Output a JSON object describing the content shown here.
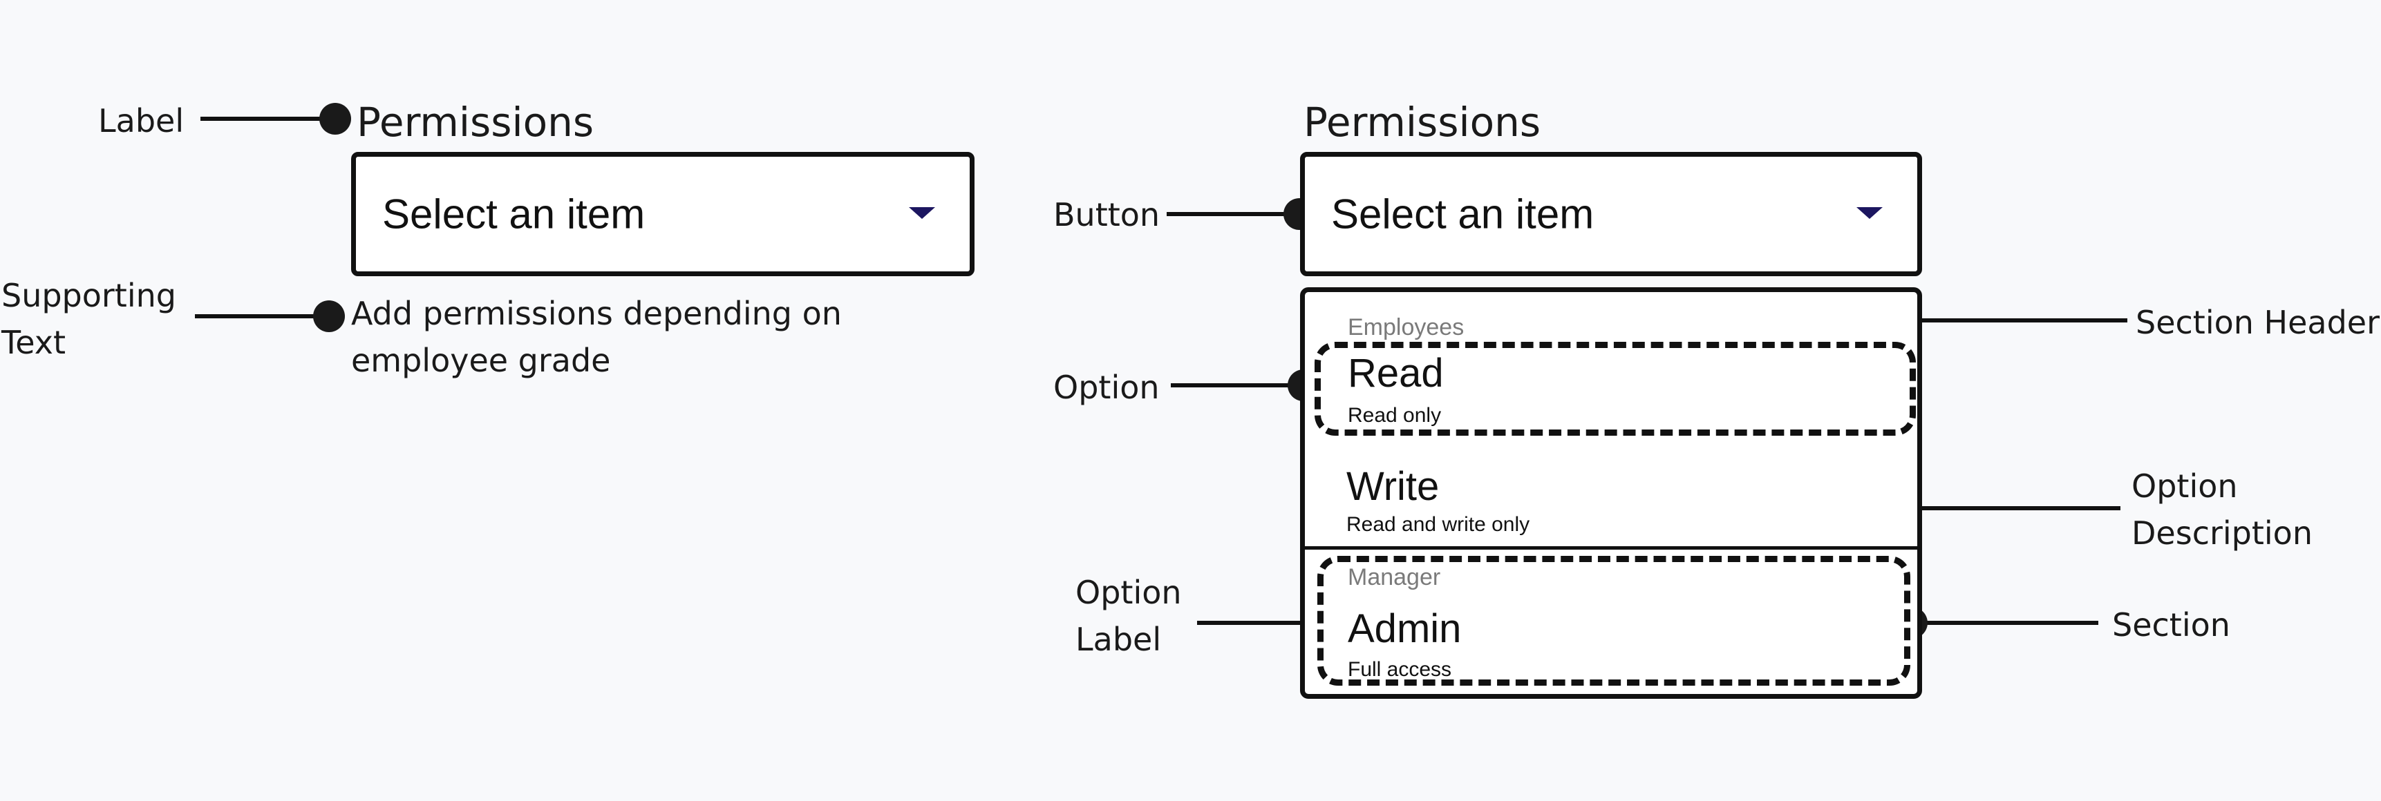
{
  "annotations": {
    "label": "Label",
    "supporting_text": "Supporting Text",
    "button": "Button",
    "option": "Option",
    "option_label": "Option Label",
    "section_header": "Section Header",
    "option_description": "Option Description",
    "section": "Section"
  },
  "left_field": {
    "label": "Permissions",
    "placeholder": "Select an item",
    "supporting_text": "Add permissions depending on employee grade"
  },
  "right_field": {
    "label": "Permissions",
    "placeholder": "Select an item"
  },
  "menu": {
    "sections": [
      {
        "header": "Employees",
        "options": [
          {
            "label": "Read",
            "description": "Read only"
          },
          {
            "label": "Write",
            "description": "Read and write only"
          }
        ]
      },
      {
        "header": "Manager",
        "options": [
          {
            "label": "Admin",
            "description": "Full access"
          }
        ]
      }
    ]
  },
  "colors": {
    "background": "#f8f9fb",
    "stroke": "#111111",
    "caret": "#1c1660",
    "section_header": "#7a7a7a"
  }
}
